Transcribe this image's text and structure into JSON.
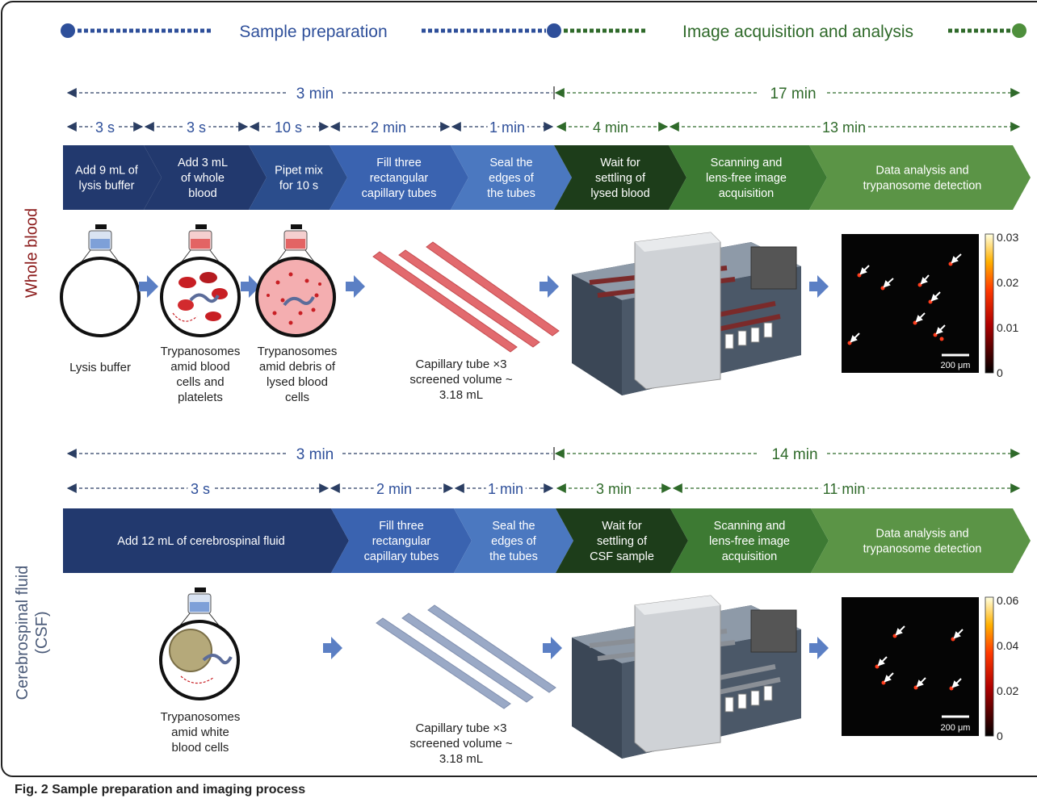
{
  "header": {
    "sample_prep_label": "Sample preparation",
    "image_acq_label": "Image acquisition and analysis",
    "colors": {
      "blue": "#2e4f9a",
      "green": "#2f6a2a"
    }
  },
  "whole_blood": {
    "side_label": "Whole blood",
    "total_prep_time": "3 min",
    "total_image_time": "17 min",
    "step_times": [
      "3 s",
      "3 s",
      "10 s",
      "2 min",
      "1 min",
      "4 min",
      "13 min"
    ],
    "steps": [
      "Add 9 mL of\nlysis buffer",
      "Add 3 mL\nof whole\nblood",
      "Pipet mix\nfor 10 s",
      "Fill three\nrectangular\ncapillary tubes",
      "Seal the\nedges of\nthe tubes",
      "Wait for\nsettling of\nlysed blood",
      "Scanning and\nlens-free image\nacquisition",
      "Data analysis and\ntrypanosome detection"
    ],
    "descriptions": [
      "Lysis buffer",
      "Trypanosomes\namid blood\ncells and\nplatelets",
      "Trypanosomes\namid debris of\nlysed blood\ncells",
      "Capillary tube ×3\nscreened volume ~\n3.18 mL"
    ],
    "colorbar_ticks": [
      "0.03",
      "0.02",
      "0.01",
      "0"
    ],
    "scale_bar": "200 μm"
  },
  "csf": {
    "side_label_line1": "Cerebrospinal fluid",
    "side_label_line2": "(CSF)",
    "total_prep_time": "3 min",
    "total_image_time": "14 min",
    "step_times": [
      "3 s",
      "2 min",
      "1 min",
      "3 min",
      "11 min"
    ],
    "steps": [
      "Add 12 mL of cerebrospinal fluid",
      "Fill three\nrectangular\ncapillary tubes",
      "Seal the\nedges of\nthe tubes",
      "Wait for\nsettling of\nCSF sample",
      "Scanning and\nlens-free image\nacquisition",
      "Data analysis and\ntrypanosome detection"
    ],
    "descriptions": [
      "Trypanosomes\namid white\nblood cells",
      "Capillary tube ×3\nscreened volume ~\n3.18 mL"
    ],
    "colorbar_ticks": [
      "0.06",
      "0.04",
      "0.02",
      "0"
    ],
    "scale_bar": "200 μm"
  },
  "caption": "Fig. 2 Sample preparation and imaging process"
}
